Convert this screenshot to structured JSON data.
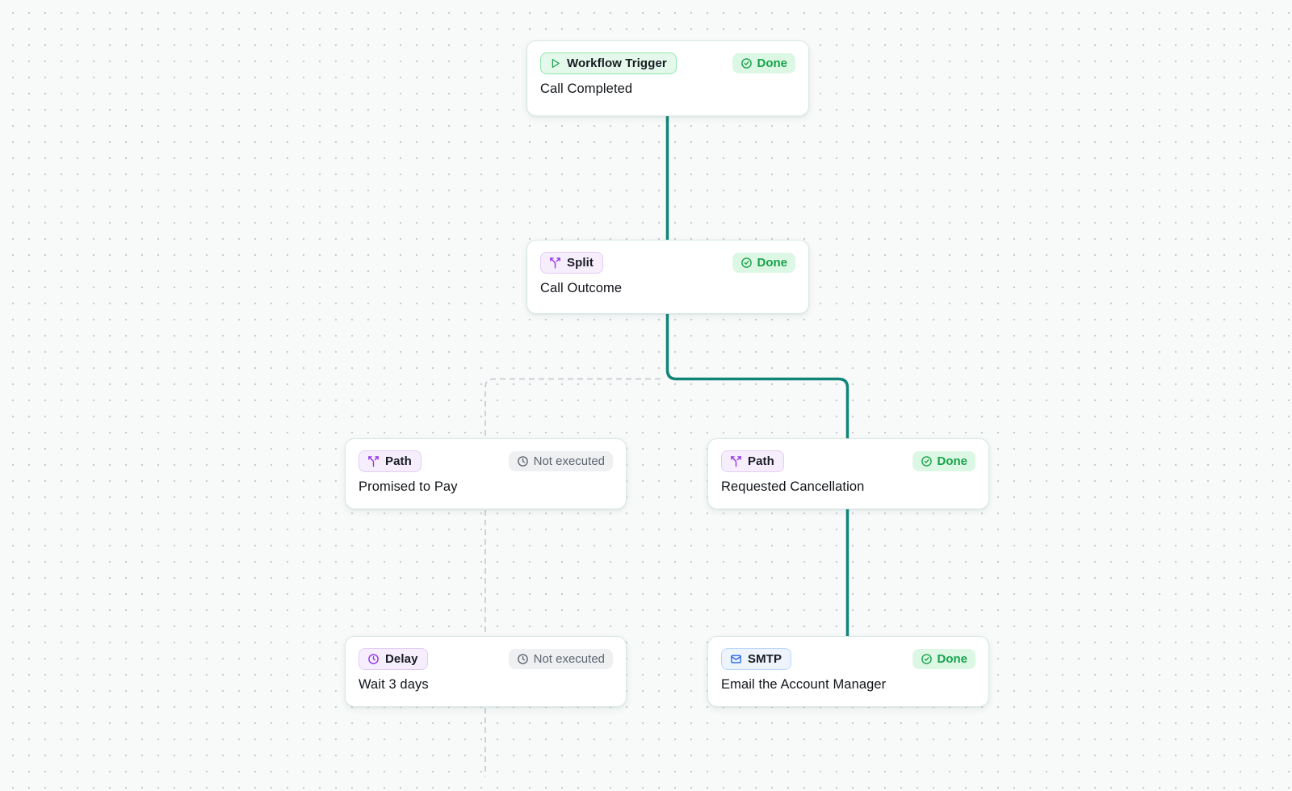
{
  "canvas": {
    "type": "workflow-editor-canvas",
    "colors": {
      "background": "#f8f9f9",
      "grid_dot": "#c8ccd1",
      "edge_active": "#108578",
      "edge_inactive": "#c7cdd4",
      "card_border": "#d9e8e2"
    }
  },
  "badge_colors": {
    "green": {
      "bg": "#e4f9ec",
      "border": "#93e5ad",
      "icon": "#1ea04f"
    },
    "purple": {
      "bg": "#f7eefd",
      "border": "#e3ccf5",
      "icon": "#9333ea"
    },
    "blue": {
      "bg": "#edf4fe",
      "border": "#b9d6fa",
      "icon": "#2563eb"
    },
    "done": {
      "bg": "#ddf7e5",
      "text": "#17a34a"
    },
    "muted": {
      "bg": "#eef0f2",
      "text": "#5d6570"
    }
  },
  "nodes": [
    {
      "id": "workflow-trigger",
      "type_label": "Workflow Trigger",
      "type_icon": "play-icon",
      "title": "Call Completed",
      "status_label": "Done",
      "status_icon": "circle-check-icon"
    },
    {
      "id": "split",
      "type_label": "Split",
      "type_icon": "split-icon",
      "title": "Call Outcome",
      "status_label": "Done",
      "status_icon": "circle-check-icon"
    },
    {
      "id": "path-promised",
      "type_label": "Path",
      "type_icon": "split-icon",
      "title": "Promised to Pay",
      "status_label": "Not executed",
      "status_icon": "clock-icon"
    },
    {
      "id": "path-cancellation",
      "type_label": "Path",
      "type_icon": "split-icon",
      "title": "Requested Cancellation",
      "status_label": "Done",
      "status_icon": "circle-check-icon"
    },
    {
      "id": "delay",
      "type_label": "Delay",
      "type_icon": "clock-icon",
      "title": "Wait 3 days",
      "status_label": "Not executed",
      "status_icon": "clock-icon"
    },
    {
      "id": "smtp",
      "type_label": "SMTP",
      "type_icon": "mail-icon",
      "title": "Email the Account Manager",
      "status_label": "Done",
      "status_icon": "circle-check-icon"
    }
  ],
  "edges": [
    {
      "from": "workflow-trigger",
      "to": "split",
      "state": "executed"
    },
    {
      "from": "split",
      "to": "path-cancellation",
      "state": "executed"
    },
    {
      "from": "split",
      "to": "path-promised",
      "state": "not-executed"
    },
    {
      "from": "path-promised",
      "to": "delay",
      "state": "not-executed"
    },
    {
      "from": "path-cancellation",
      "to": "smtp",
      "state": "executed"
    },
    {
      "from": "delay",
      "to": "offscreen-next",
      "state": "not-executed"
    }
  ]
}
